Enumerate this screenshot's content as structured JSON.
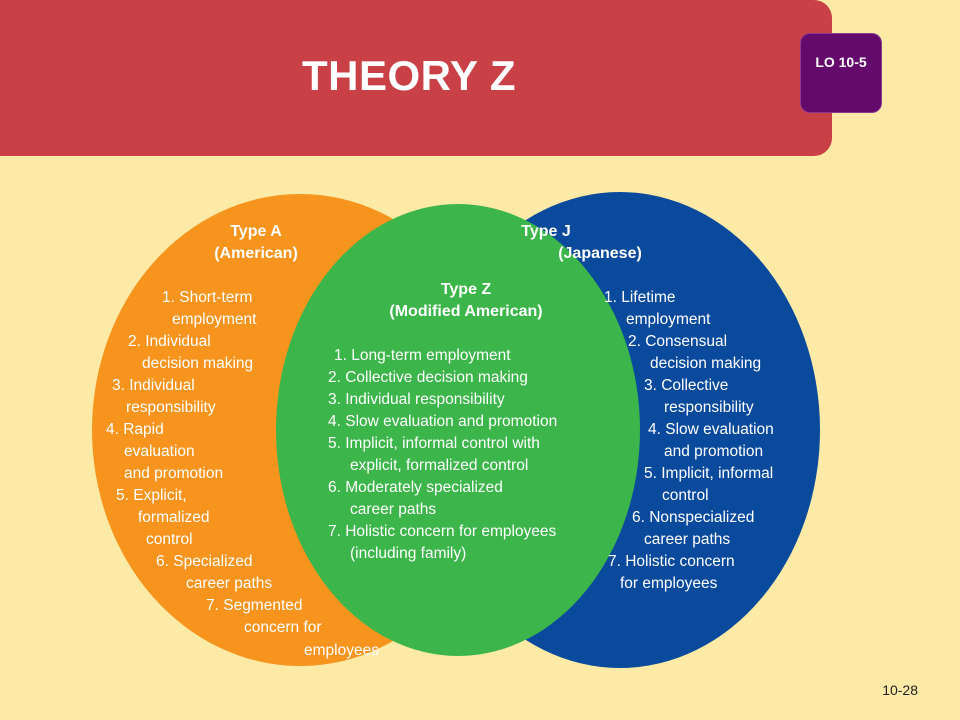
{
  "title": "THEORY Z",
  "lo_badge": "LO 10-5",
  "page_number": "10-28",
  "colors": {
    "background": "#fdeaa6",
    "banner": "#c94046",
    "badge": "#640a6c",
    "type_a": "#f7941e",
    "type_j": "#0a4a9c",
    "type_z": "#3cb54a"
  },
  "type_a": {
    "heading": [
      "Type A",
      "(American)"
    ],
    "items": [
      "1. Short-term",
      "employment",
      "2. Individual",
      "decision making",
      "3. Individual",
      "responsibility",
      "4. Rapid",
      "evaluation",
      "and promotion",
      "5. Explicit,",
      "formalized",
      "control",
      "6. Specialized",
      "career paths",
      "7. Segmented",
      "concern for",
      "employees"
    ]
  },
  "type_j": {
    "heading": [
      "Type J",
      "(Japanese)"
    ],
    "items": [
      "1. Lifetime",
      "employment",
      "2. Consensual",
      "decision making",
      "3. Collective",
      "responsibility",
      "4. Slow evaluation",
      "and promotion",
      "5. Implicit, informal",
      "control",
      "6. Nonspecialized",
      "career paths",
      "7. Holistic concern",
      "for employees"
    ]
  },
  "type_z": {
    "heading": [
      "Type Z",
      "(Modified American)"
    ],
    "items": [
      "1. Long-term employment",
      "2. Collective decision making",
      "3. Individual responsibility",
      "4. Slow evaluation and promotion",
      "5. Implicit, informal control with",
      "explicit, formalized control",
      "6. Moderately specialized",
      "career paths",
      "7. Holistic concern for employees",
      "(including family)"
    ]
  }
}
